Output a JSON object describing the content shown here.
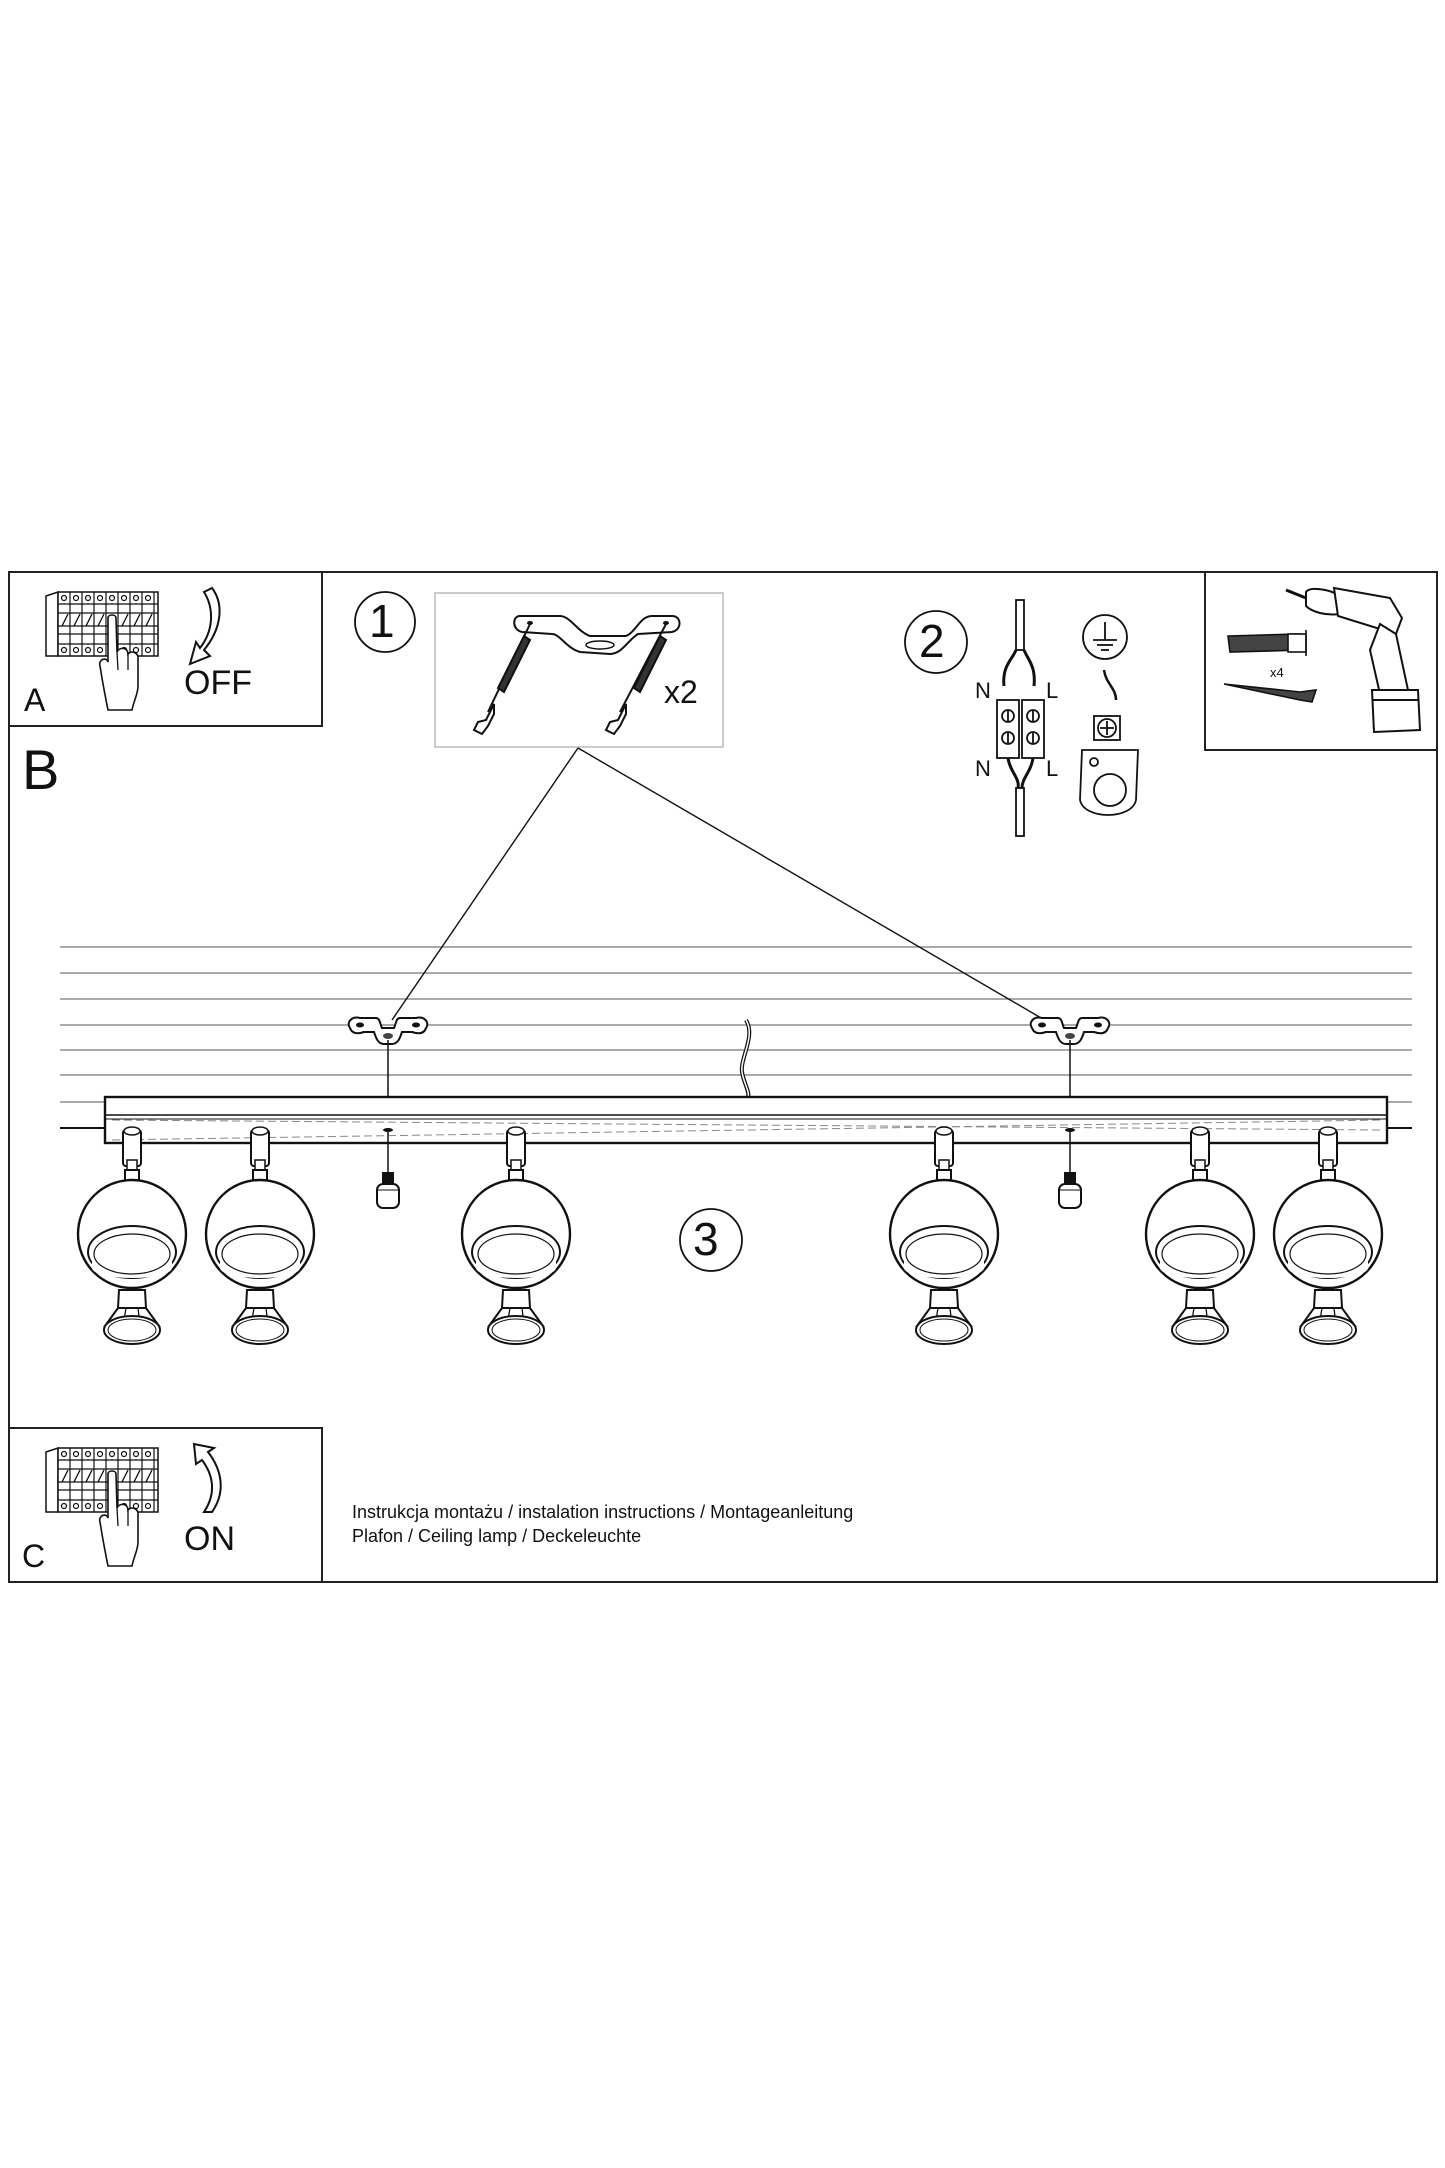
{
  "document": {
    "type": "assembly-instructions",
    "product": "ceiling spotlight bar, 6 lights"
  },
  "panels": {
    "a": {
      "label": "A",
      "action": "OFF",
      "icon": "breaker-switch-off"
    },
    "b": {
      "label": "B"
    },
    "c": {
      "label": "C",
      "action": "ON",
      "icon": "breaker-switch-on"
    }
  },
  "steps": [
    {
      "number": "1",
      "description": "mounting bracket with wall plugs and screws",
      "quantity": "x2"
    },
    {
      "number": "2",
      "description": "wire connection",
      "terminals": [
        "N",
        "L",
        "N",
        "L"
      ],
      "ground": "earth-terminal"
    },
    {
      "number": "3",
      "description": "attach lamp bar to brackets"
    }
  ],
  "tools": {
    "quantity": "x4",
    "items": [
      "drill",
      "wall plug",
      "screw"
    ]
  },
  "lamp": {
    "spot_count": 6,
    "mounting_points": 2
  },
  "footer": {
    "line1": "Instrukcja montażu / instalation instructions / Montageanleitung",
    "line2": "Plafon / Ceiling lamp / Deckeleuchte"
  }
}
